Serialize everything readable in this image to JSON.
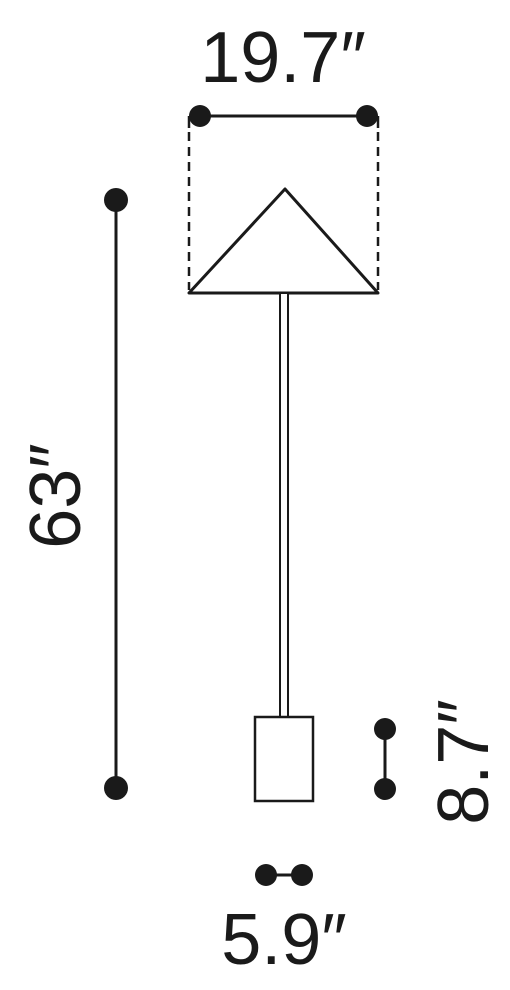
{
  "dimensions": {
    "shade_width": "19.7″",
    "overall_height": "63″",
    "base_height": "8.7″",
    "base_width": "5.9″"
  },
  "colors": {
    "line": "#1a1a1a",
    "background": "#ffffff"
  }
}
